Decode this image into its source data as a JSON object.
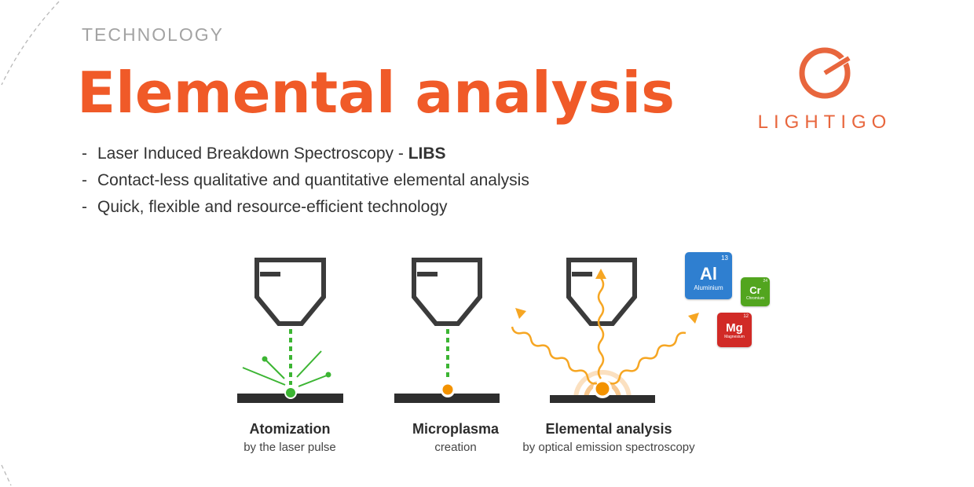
{
  "slide": {
    "eyebrow": "TECHNOLOGY",
    "title": "Elemental analysis",
    "logo_text": "LIGHTIGO",
    "brand_color": "#f05a28",
    "bullets": [
      {
        "prefix": "-",
        "text": "Laser Induced Breakdown Spectroscopy - ",
        "strong": "LIBS"
      },
      {
        "prefix": "-",
        "text": "Contact-less qualitative and quantitative elemental analysis",
        "strong": ""
      },
      {
        "prefix": "-",
        "text": "Quick, flexible and resource-efficient technology",
        "strong": ""
      }
    ]
  },
  "steps": [
    {
      "title": "Atomization",
      "subtitle": "by the laser pulse",
      "accent": "#3cb533"
    },
    {
      "title": "Microplasma",
      "subtitle": "creation",
      "accent": "#f39200"
    },
    {
      "title": "Elemental analysis",
      "subtitle": "by optical emission spectroscopy",
      "accent": "#f39200"
    }
  ],
  "elements": [
    {
      "symbol": "Al",
      "number": "13",
      "name": "Aluminium",
      "color": "#2f7fd0"
    },
    {
      "symbol": "Cr",
      "number": "24",
      "name": "Chromium",
      "color": "#52a51f"
    },
    {
      "symbol": "Mg",
      "number": "12",
      "name": "Magnesium",
      "color": "#d12a26"
    }
  ]
}
